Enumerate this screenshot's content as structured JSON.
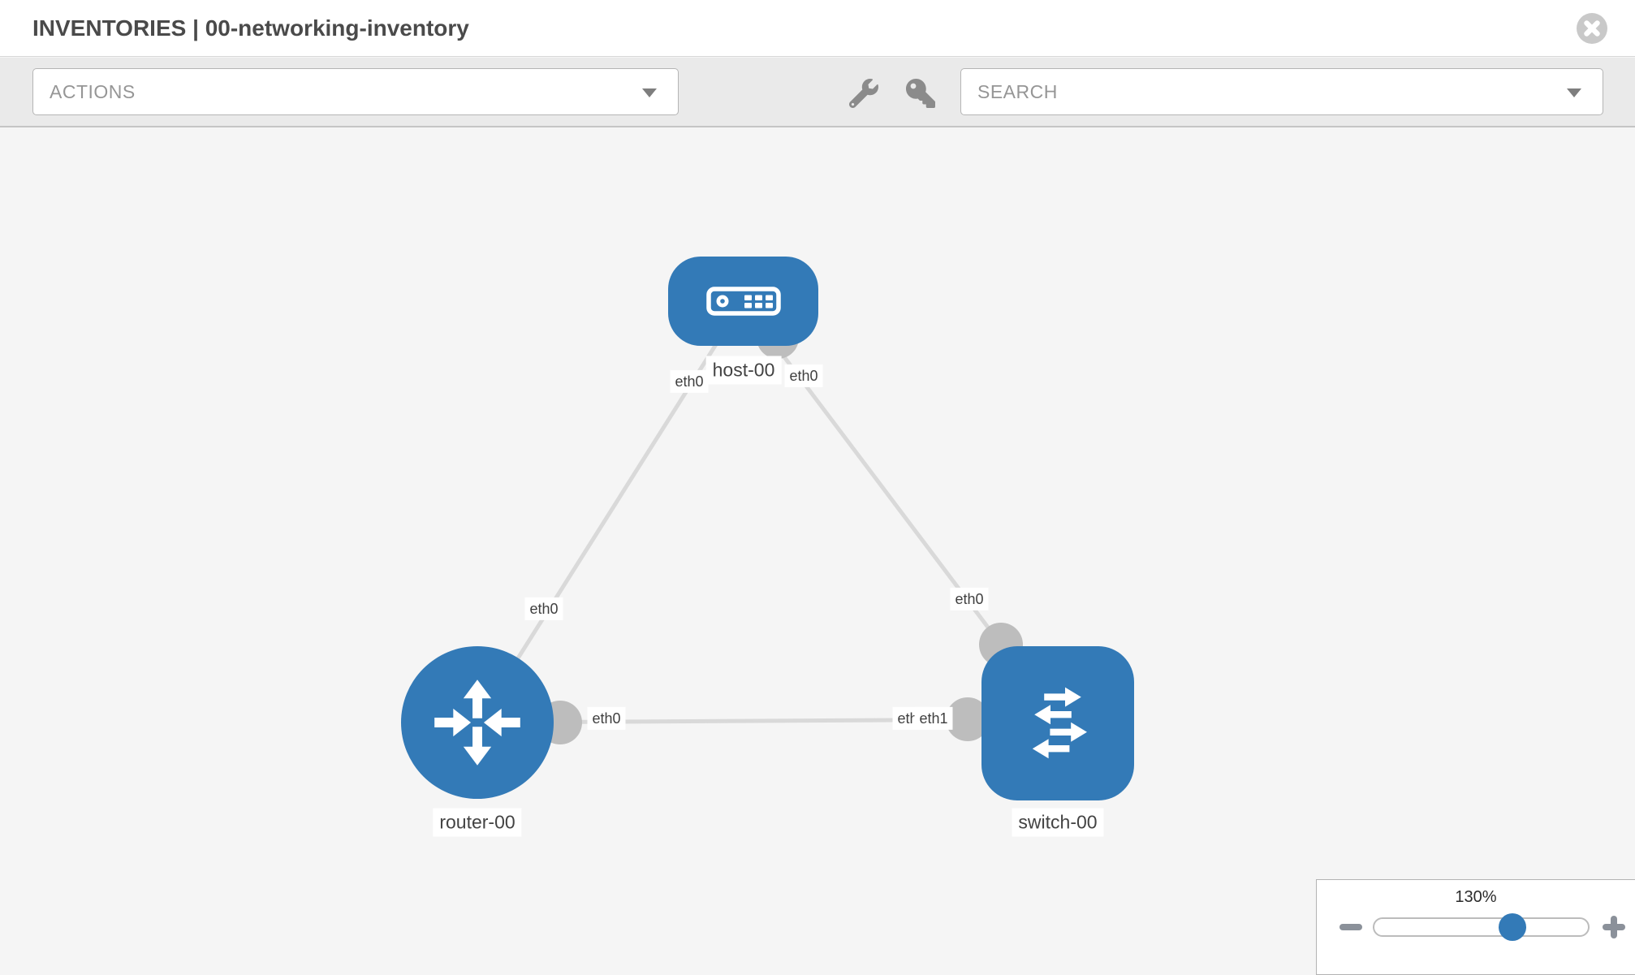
{
  "header": {
    "title": "INVENTORIES | 00-networking-inventory"
  },
  "toolbar": {
    "actions": {
      "placeholder": "ACTIONS"
    },
    "search": {
      "placeholder": "SEARCH"
    },
    "icons": [
      "wrench",
      "key"
    ]
  },
  "diagram": {
    "nodes": [
      {
        "id": "host-00",
        "label": "host-00",
        "type": "host"
      },
      {
        "id": "router-00",
        "label": "router-00",
        "type": "router"
      },
      {
        "id": "switch-00",
        "label": "switch-00",
        "type": "switch"
      }
    ],
    "links": [
      {
        "source": "host-00",
        "source_iface": "eth0",
        "target": "router-00",
        "target_iface": "eth0"
      },
      {
        "source": "host-00",
        "source_iface": "eth0",
        "target": "switch-00",
        "target_iface": "eth0"
      },
      {
        "source": "router-00",
        "source_iface": "eth0",
        "target": "switch-00",
        "target_iface": "eth1"
      }
    ],
    "interface_chips": [
      "eth0",
      "eth0",
      "eth0",
      "eth0",
      "eth0",
      "eth0",
      "eth1"
    ]
  },
  "zoom_control": {
    "level": "130%"
  },
  "colors": {
    "node_blue": "#337ab7",
    "link_gray": "#d9d9d9",
    "connector_gray": "#bdbdbd",
    "toolbar_bg": "#eaeaea",
    "canvas_bg": "#f5f5f5"
  }
}
